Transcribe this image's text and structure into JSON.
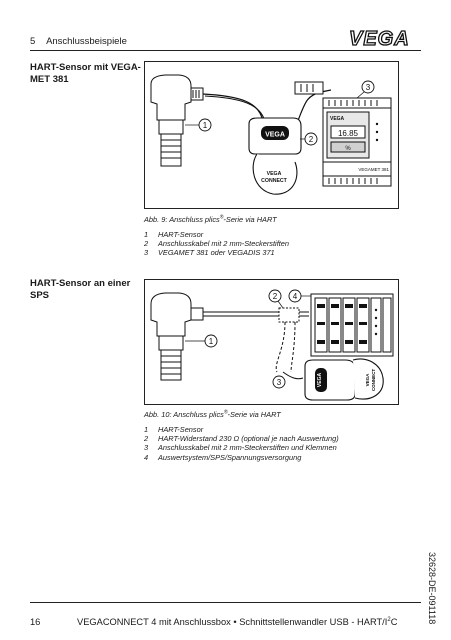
{
  "header": {
    "section_number": "5",
    "section_title": "Anschlussbeispiele",
    "logo_text": "VEGA"
  },
  "figure1": {
    "side_title_lines": [
      "HART-Sensor mit VEGA-",
      "MET 381"
    ],
    "caption_prefix": "Abb. 9: Anschluss plics",
    "caption_suffix": "-Serie via HART",
    "items": [
      {
        "num": "1",
        "text": "HART-Sensor"
      },
      {
        "num": "2",
        "text": "Anschlusskabel mit 2 mm-Steckerstiften"
      },
      {
        "num": "3",
        "text": "VEGAMET 381 oder VEGADIS 371"
      }
    ],
    "callouts": [
      "1",
      "2",
      "3"
    ],
    "device_labels": {
      "converter_brand": "VEGA",
      "converter_line1": "VEGA",
      "converter_line2": "CONNECT",
      "display_value": "16.85",
      "unit_label": "VEGAMET 381",
      "unit_brand": "VEGA",
      "unit_percent": "%"
    }
  },
  "figure2": {
    "side_title_lines": [
      "HART-Sensor an einer",
      "SPS"
    ],
    "caption_prefix": "Abb. 10: Anschluss plics",
    "caption_suffix": "-Serie via HART",
    "items": [
      {
        "num": "1",
        "text": "HART-Sensor"
      },
      {
        "num": "2",
        "text": "HART-Widerstand 230 Ω (optional je nach Auswertung)"
      },
      {
        "num": "3",
        "text": "Anschlusskabel mit 2 mm-Steckerstiften und Klemmen"
      },
      {
        "num": "4",
        "text": "Auswertsystem/SPS/Spannungsversorgung"
      }
    ],
    "callouts": [
      "1",
      "2",
      "3",
      "4"
    ],
    "device_labels": {
      "converter_brand": "VEGA",
      "converter_line1": "VEGA",
      "converter_line2": "CONNECT"
    }
  },
  "side_code": "32628-DE-091118",
  "footer": {
    "page_number": "16",
    "text_prefix": "VEGACONNECT 4 mit Anschlussbox • Schnittstellenwandler USB - HART/I",
    "superscript": "2",
    "text_suffix": "C"
  },
  "registered_mark": "®"
}
